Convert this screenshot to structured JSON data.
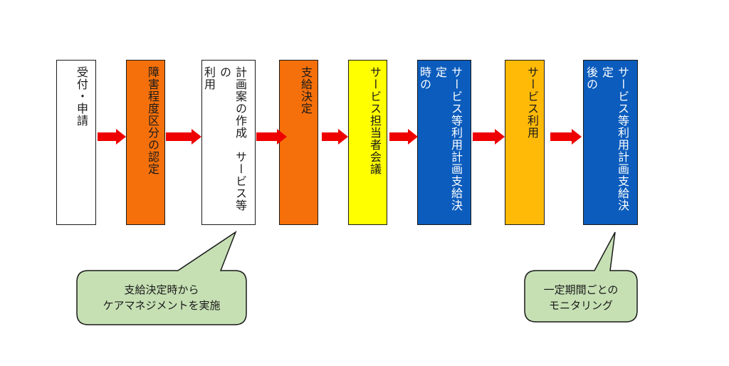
{
  "steps": [
    {
      "id": "reception",
      "label": "受付・申請",
      "fill": "#ffffff",
      "text_color": "#1a1a1a"
    },
    {
      "id": "disability-certification",
      "label": "障害程度区分の認定",
      "fill": "#f5700a",
      "text_color": "#1a1a1a"
    },
    {
      "id": "plan-draft",
      "label": "サービス等の利用計画案の作成",
      "lines": [
        "計画案の作成　サービス等の",
        "利用"
      ],
      "fill": "#ffffff",
      "text_color": "#1a1a1a"
    },
    {
      "id": "benefit-decision",
      "label": "支給決定",
      "fill": "#f5700a",
      "text_color": "#1a1a1a"
    },
    {
      "id": "service-meeting",
      "label": "サービス担当者会議",
      "fill": "#ffff00",
      "text_color": "#1a1a1a"
    },
    {
      "id": "plan-decision",
      "label": "支給決定時のサービス等利用計画",
      "lines": [
        "サービス等利用計画支給決定",
        "時の"
      ],
      "fill": "#0b5cbd",
      "text_color": "#ffffff"
    },
    {
      "id": "service-use",
      "label": "サービス利用",
      "fill": "#ffba08",
      "text_color": "#1a1a1a"
    },
    {
      "id": "post-decision-plan",
      "label": "支給決定後のサービス等利用計画",
      "lines": [
        "サービス等利用計画支給決定",
        "後の"
      ],
      "fill": "#0b5cbd",
      "text_color": "#ffffff"
    }
  ],
  "arrow_color": "#ee0000",
  "callouts": [
    {
      "id": "care-management",
      "lines": [
        "支給決定時から",
        "ケアマネジメントを実施"
      ],
      "fill": "#c6e0b4",
      "border": "#1a1a1a"
    },
    {
      "id": "monitoring",
      "lines": [
        "一定期間ごとの",
        "モニタリング"
      ],
      "fill": "#c6e0b4",
      "border": "#1a1a1a"
    }
  ]
}
